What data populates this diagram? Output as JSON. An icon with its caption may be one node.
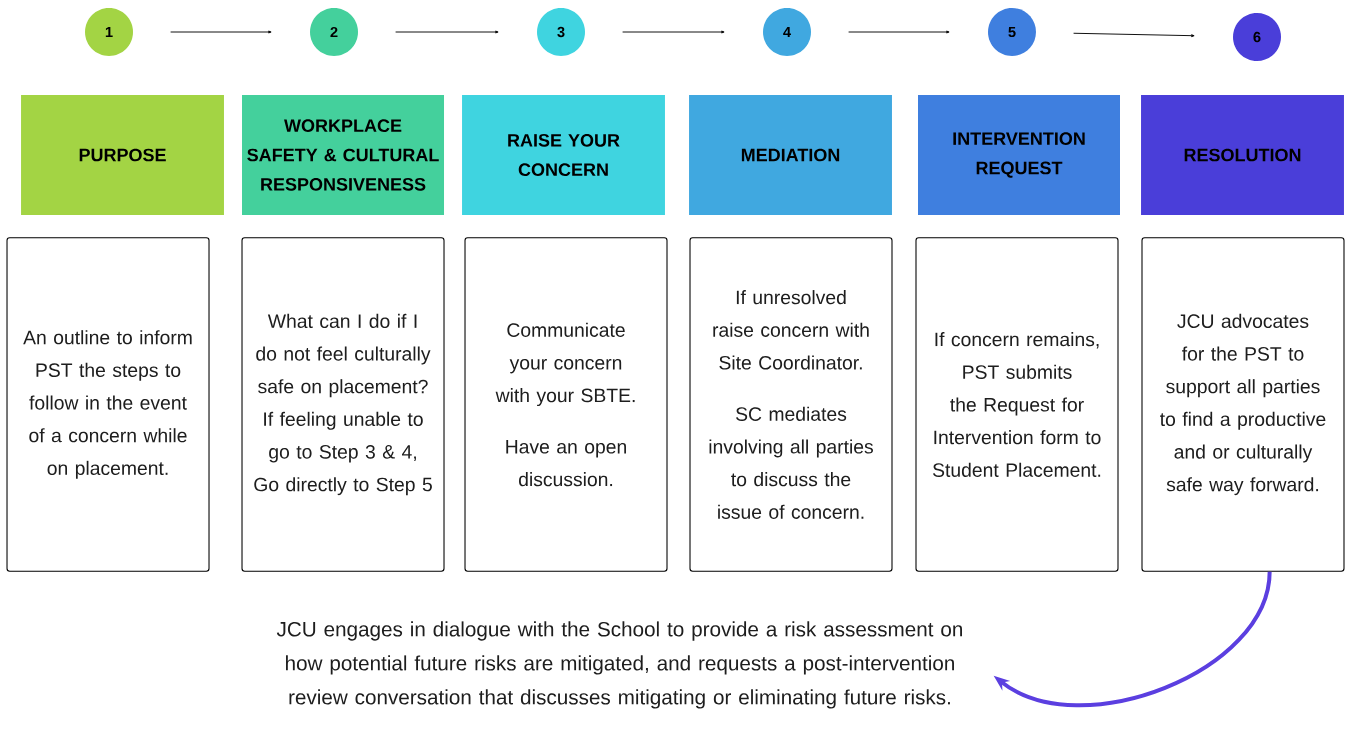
{
  "diagram": {
    "nodes": [
      {
        "text": [
          "1"
        ]
      },
      {
        "text": [
          "2"
        ]
      },
      {
        "text": [
          "3"
        ]
      },
      {
        "text": [
          "4"
        ]
      },
      {
        "text": [
          "5"
        ]
      },
      {
        "text": [
          "6"
        ]
      },
      {
        "text": [
          "PURPOSE"
        ]
      },
      {
        "text": [
          "WORKPLACE SAFETY & CULTURAL RESPONSIVENESS"
        ]
      },
      {
        "text": [
          "RAISE YOUR CONCERN"
        ]
      },
      {
        "text": [
          "MEDIATION"
        ]
      },
      {
        "text": [
          "INTERVENTION REQUEST"
        ]
      },
      {
        "text": [
          "RESOLUTION"
        ]
      },
      {
        "text": [
          "An outline to inform PST the steps to follow in the event of a concern while on placement."
        ]
      },
      {
        "text": [
          "What can I do if I do not feel culturally safe on placement? If feeling unable to go to Step 3 & 4, Go directly to Step 5"
        ]
      },
      {
        "text": [
          "Communicate your concern with your SBTE.",
          "Have an open discussion."
        ]
      },
      {
        "text": [
          "If unresolved raise concern with Site Coordinator.",
          "SC mediates involving all parties to discuss the issue of concern."
        ]
      },
      {
        "text": [
          "If concern remains, PST submits the Request for Intervention form to Student Placement."
        ]
      },
      {
        "text": [
          "JCU advocates for the PST to support all parties to find a productive and or culturally safe way forward."
        ]
      },
      {
        "text": [
          "JCU engages in dialogue with the School to provide a risk assessment on how potential future risks are mitigated, and requests a post-intervention review conversation that discusses mitigating or eliminating future risks."
        ]
      }
    ],
    "edges": [
      {
        "from": 0,
        "to": 1,
        "arrow": "to"
      },
      {
        "from": 1,
        "to": 2,
        "arrow": "to"
      },
      {
        "from": 2,
        "to": 3,
        "arrow": "to"
      },
      {
        "from": 3,
        "to": 4,
        "arrow": "to"
      },
      {
        "from": 4,
        "to": 5,
        "arrow": "to"
      },
      {
        "from": 17,
        "to": 18,
        "arrow": "to",
        "style": "thick",
        "color": "#5b3fe0"
      }
    ]
  }
}
